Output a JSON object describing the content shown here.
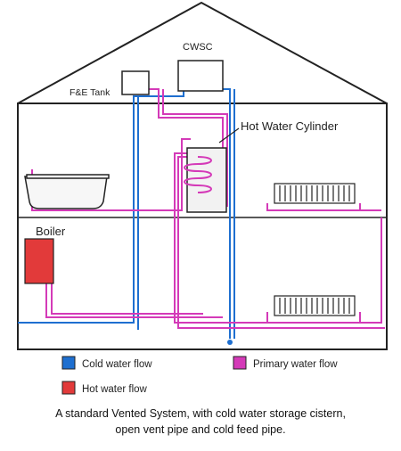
{
  "labels": {
    "cwsc": "CWSC",
    "fe_tank": "F&E Tank",
    "cylinder": "Hot Water Cylinder",
    "boiler": "Boiler"
  },
  "legend": [
    {
      "label": "Cold water flow",
      "color": "#1e6fd0"
    },
    {
      "label": "Hot water flow",
      "color": "#e23a3a"
    },
    {
      "label": "Primary water flow",
      "color": "#d43ab8"
    }
  ],
  "caption": {
    "line1": "A standard Vented System, with cold water storage cistern,",
    "line2": "open vent pipe and cold feed pipe."
  },
  "colors": {
    "cold": "#1e6fd0",
    "hot": "#e23a3a",
    "primary": "#d43ab8",
    "outline": "#222222"
  }
}
